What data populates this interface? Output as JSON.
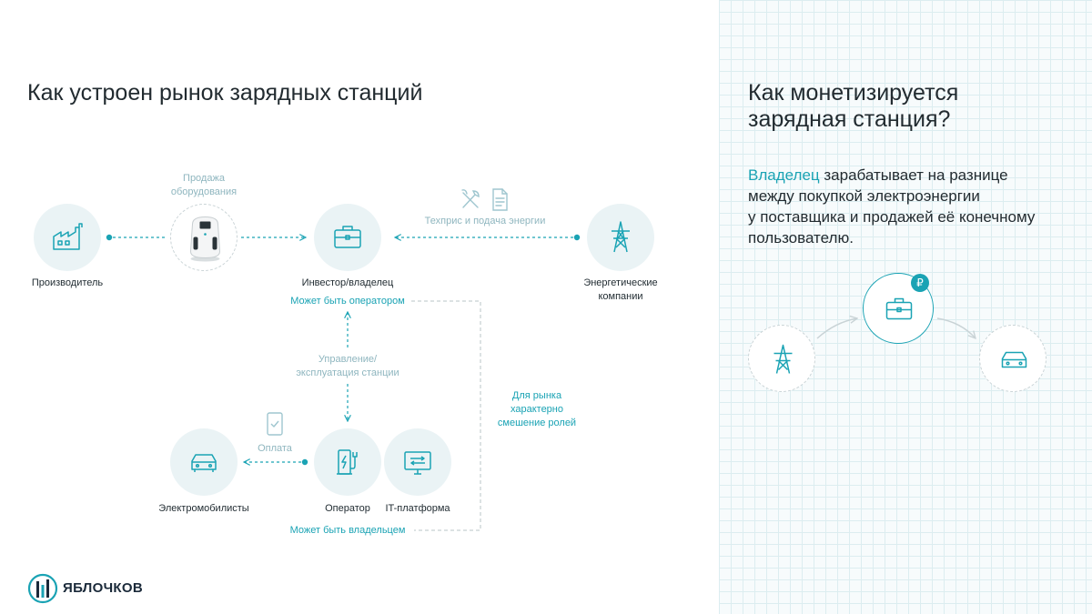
{
  "left": {
    "title": "Как устроен рынок зарядных станций",
    "nodes": {
      "producer": "Производитель",
      "investor": "Инвестор/владелец",
      "energy_line1": "Энергетические",
      "energy_line2": "компании",
      "ev_drivers": "Электромобилисты",
      "operator": "Оператор",
      "it_platform": "IT-платформа"
    },
    "edges": {
      "equipment_sale_line1": "Продажа",
      "equipment_sale_line2": "оборудования",
      "tech_and_energy": "Техприс и подача энергии",
      "management_line1": "Управление/",
      "management_line2": "эксплуатация станции",
      "payment": "Оплата"
    },
    "notes": {
      "can_be_operator": "Может быть оператором",
      "can_be_owner": "Может быть владельцем",
      "roles_line1": "Для рынка",
      "roles_line2": "характерно",
      "roles_line3": "смешение ролей"
    }
  },
  "right": {
    "title_line1": "Как монетизируется",
    "title_line2": "зарядная станция?",
    "body_accent": "Владелец",
    "body_line1_rest": " зарабатывает на разнице",
    "body_line2": "между покупкой электроэнергии",
    "body_line3": "у поставщика и продажей её конечному",
    "body_line4": "пользователю.",
    "currency_badge": "₽"
  },
  "brand": {
    "logo_text": "ЯБЛОЧКОВ"
  },
  "colors": {
    "accent": "#1aa3b4",
    "node_fill": "#eaf3f5",
    "muted_text": "#8fb6bf",
    "grid_line": "#dcedf0"
  },
  "icons": {
    "producer": "factory-icon",
    "station": "charging-station-icon",
    "investor": "briefcase-icon",
    "energy": "power-tower-icon",
    "tools": "tools-icon",
    "document": "document-icon",
    "phone": "phone-check-icon",
    "ev": "car-icon",
    "operator": "charger-icon",
    "platform": "monitor-icon"
  }
}
